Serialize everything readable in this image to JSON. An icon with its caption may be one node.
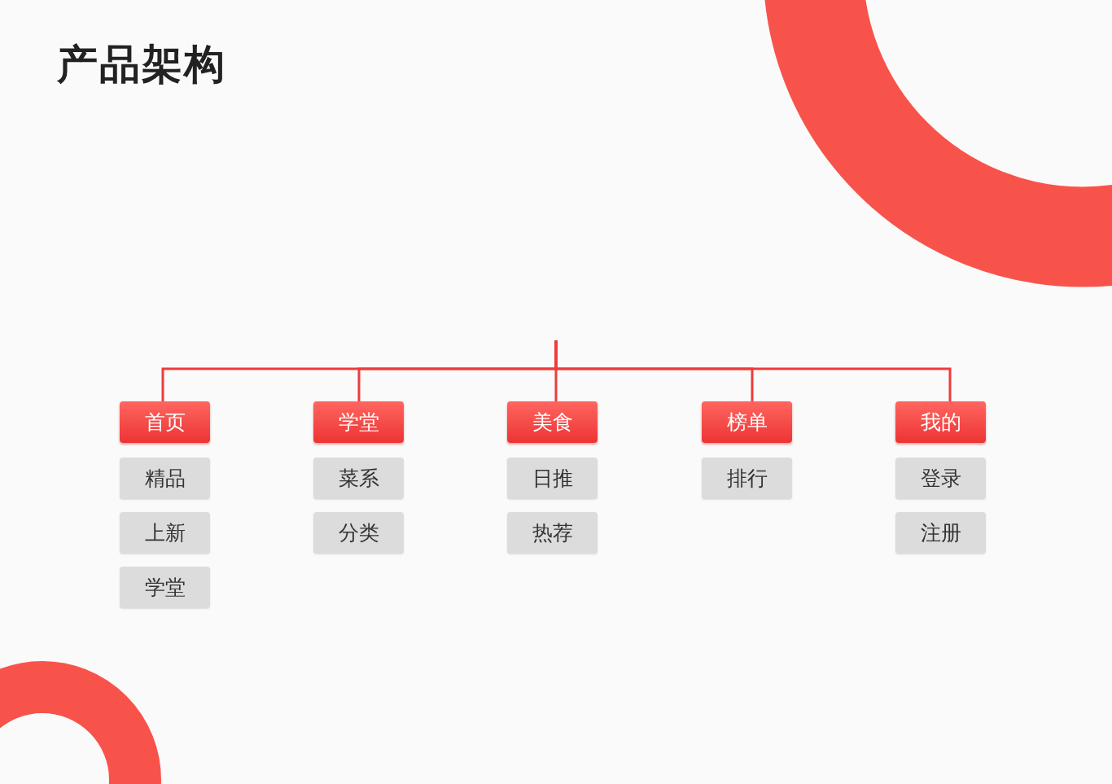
{
  "diagram": {
    "title": "产品架构",
    "nodes": [
      {
        "text": [
          "首页"
        ]
      },
      {
        "text": [
          "学堂"
        ]
      },
      {
        "text": [
          "美食"
        ]
      },
      {
        "text": [
          "榜单"
        ]
      },
      {
        "text": [
          "我的"
        ]
      },
      {
        "text": [
          "精品"
        ]
      },
      {
        "text": [
          "菜系"
        ]
      },
      {
        "text": [
          "日推"
        ]
      },
      {
        "text": [
          "排行"
        ]
      },
      {
        "text": [
          "登录"
        ]
      },
      {
        "text": [
          "上新"
        ]
      },
      {
        "text": [
          "分类"
        ]
      },
      {
        "text": [
          "热荐"
        ]
      },
      {
        "text": [
          "注册"
        ]
      },
      {
        "text": [
          "学堂"
        ]
      }
    ],
    "edges": [
      {
        "from": null,
        "to": 0,
        "arrow": "none"
      },
      {
        "from": null,
        "to": 1,
        "arrow": "none"
      },
      {
        "from": null,
        "to": 2,
        "arrow": "none"
      },
      {
        "from": null,
        "to": 3,
        "arrow": "none"
      },
      {
        "from": null,
        "to": 4,
        "arrow": "none"
      }
    ]
  }
}
